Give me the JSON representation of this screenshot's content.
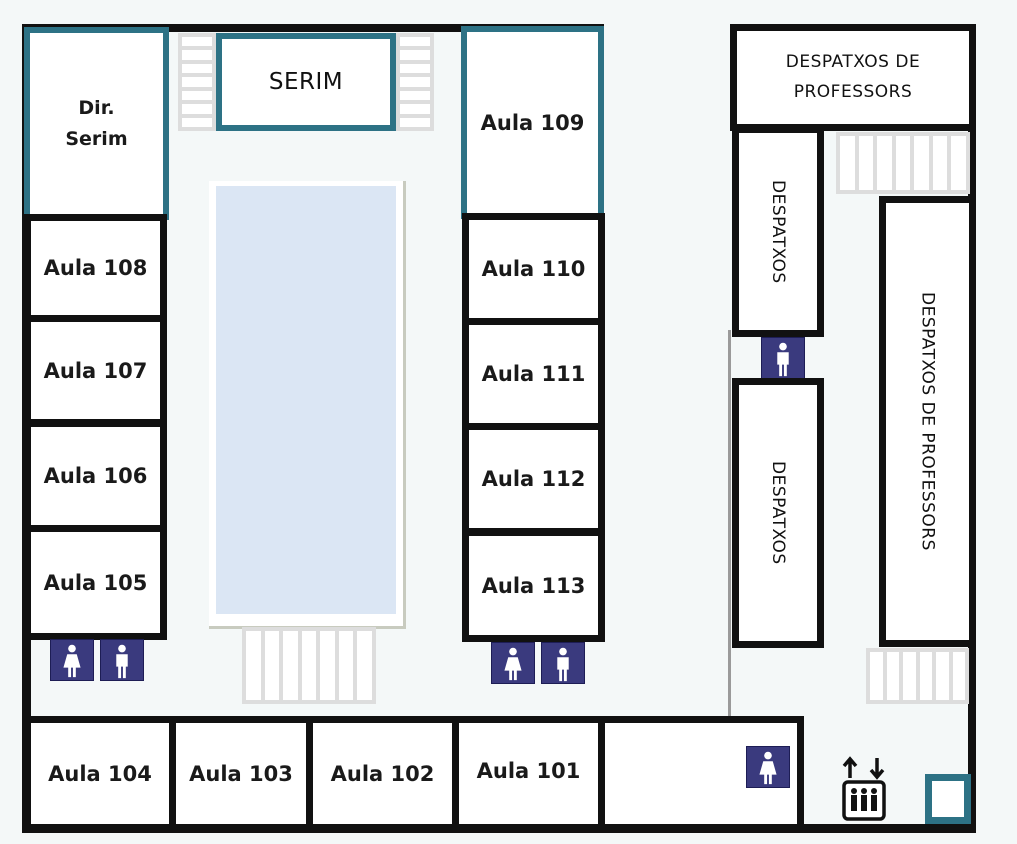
{
  "rooms": {
    "dir_serim": "Dir.\nSerim",
    "serim": "SERIM",
    "aula_109": "Aula 109",
    "aula_108": "Aula 108",
    "aula_107": "Aula 107",
    "aula_106": "Aula 106",
    "aula_105": "Aula 105",
    "aula_110": "Aula 110",
    "aula_111": "Aula 111",
    "aula_112": "Aula 112",
    "aula_113": "Aula 113",
    "aula_104": "Aula 104",
    "aula_103": "Aula 103",
    "aula_102": "Aula 102",
    "aula_101": "Aula 101",
    "despatxos_professors_top": "DESPATXOS DE PROFESSORS",
    "despatxos_upper": "DESPATXOS",
    "despatxos_lower": "DESPATXOS",
    "despatxos_professors_right": "DESPATXOS DE PROFESSORS"
  },
  "icons": {
    "restroom_women": "woman-restroom-icon",
    "restroom_men": "man-restroom-icon",
    "elevator": "elevator-icon",
    "stairs": "stairs-icon",
    "courtyard": "courtyard-pool",
    "exit": "exit-marker"
  },
  "colors": {
    "wall": "#111111",
    "accent_border": "#2d7285",
    "courtyard": "#dbe6f4",
    "restroom_sign": "#3a3a7e",
    "floor": "#f4f8f8"
  }
}
